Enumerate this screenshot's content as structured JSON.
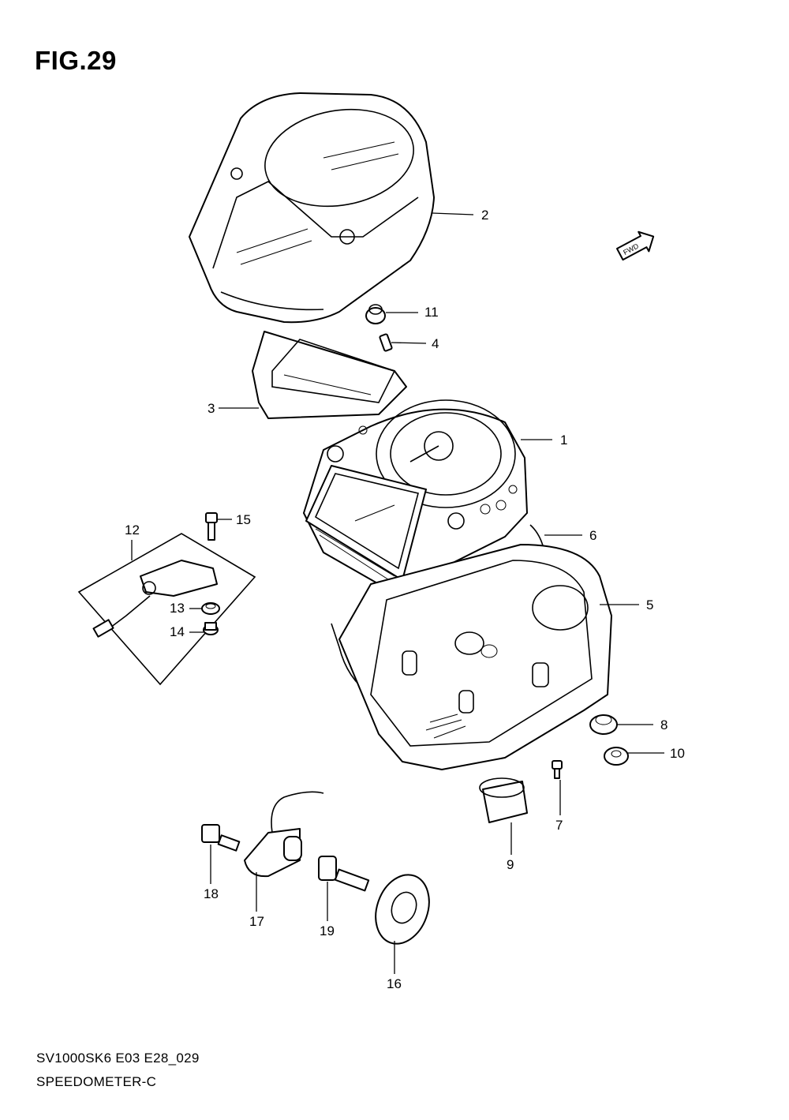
{
  "figure_title": "FIG.29",
  "footer": {
    "code": "SV1000SK6 E03 E28_029",
    "name": "SPEEDOMETER-C"
  },
  "direction_badge": "FWD",
  "callouts": [
    {
      "id": "1",
      "part": "speedometer-assembly"
    },
    {
      "id": "2",
      "part": "upper-cover"
    },
    {
      "id": "3",
      "part": "lens-gasket"
    },
    {
      "id": "4",
      "part": "screw"
    },
    {
      "id": "5",
      "part": "lower-case"
    },
    {
      "id": "6",
      "part": "wire-band"
    },
    {
      "id": "7",
      "part": "screw"
    },
    {
      "id": "8",
      "part": "cushion"
    },
    {
      "id": "9",
      "part": "cushion"
    },
    {
      "id": "10",
      "part": "collar"
    },
    {
      "id": "11",
      "part": "cushion"
    },
    {
      "id": "12",
      "part": "sensor-bracket-set"
    },
    {
      "id": "13",
      "part": "cushion"
    },
    {
      "id": "14",
      "part": "collar"
    },
    {
      "id": "15",
      "part": "screw"
    },
    {
      "id": "16",
      "part": "speed-sensor-rotor"
    },
    {
      "id": "17",
      "part": "speed-sensor"
    },
    {
      "id": "18",
      "part": "bolt"
    },
    {
      "id": "19",
      "part": "bolt"
    }
  ]
}
